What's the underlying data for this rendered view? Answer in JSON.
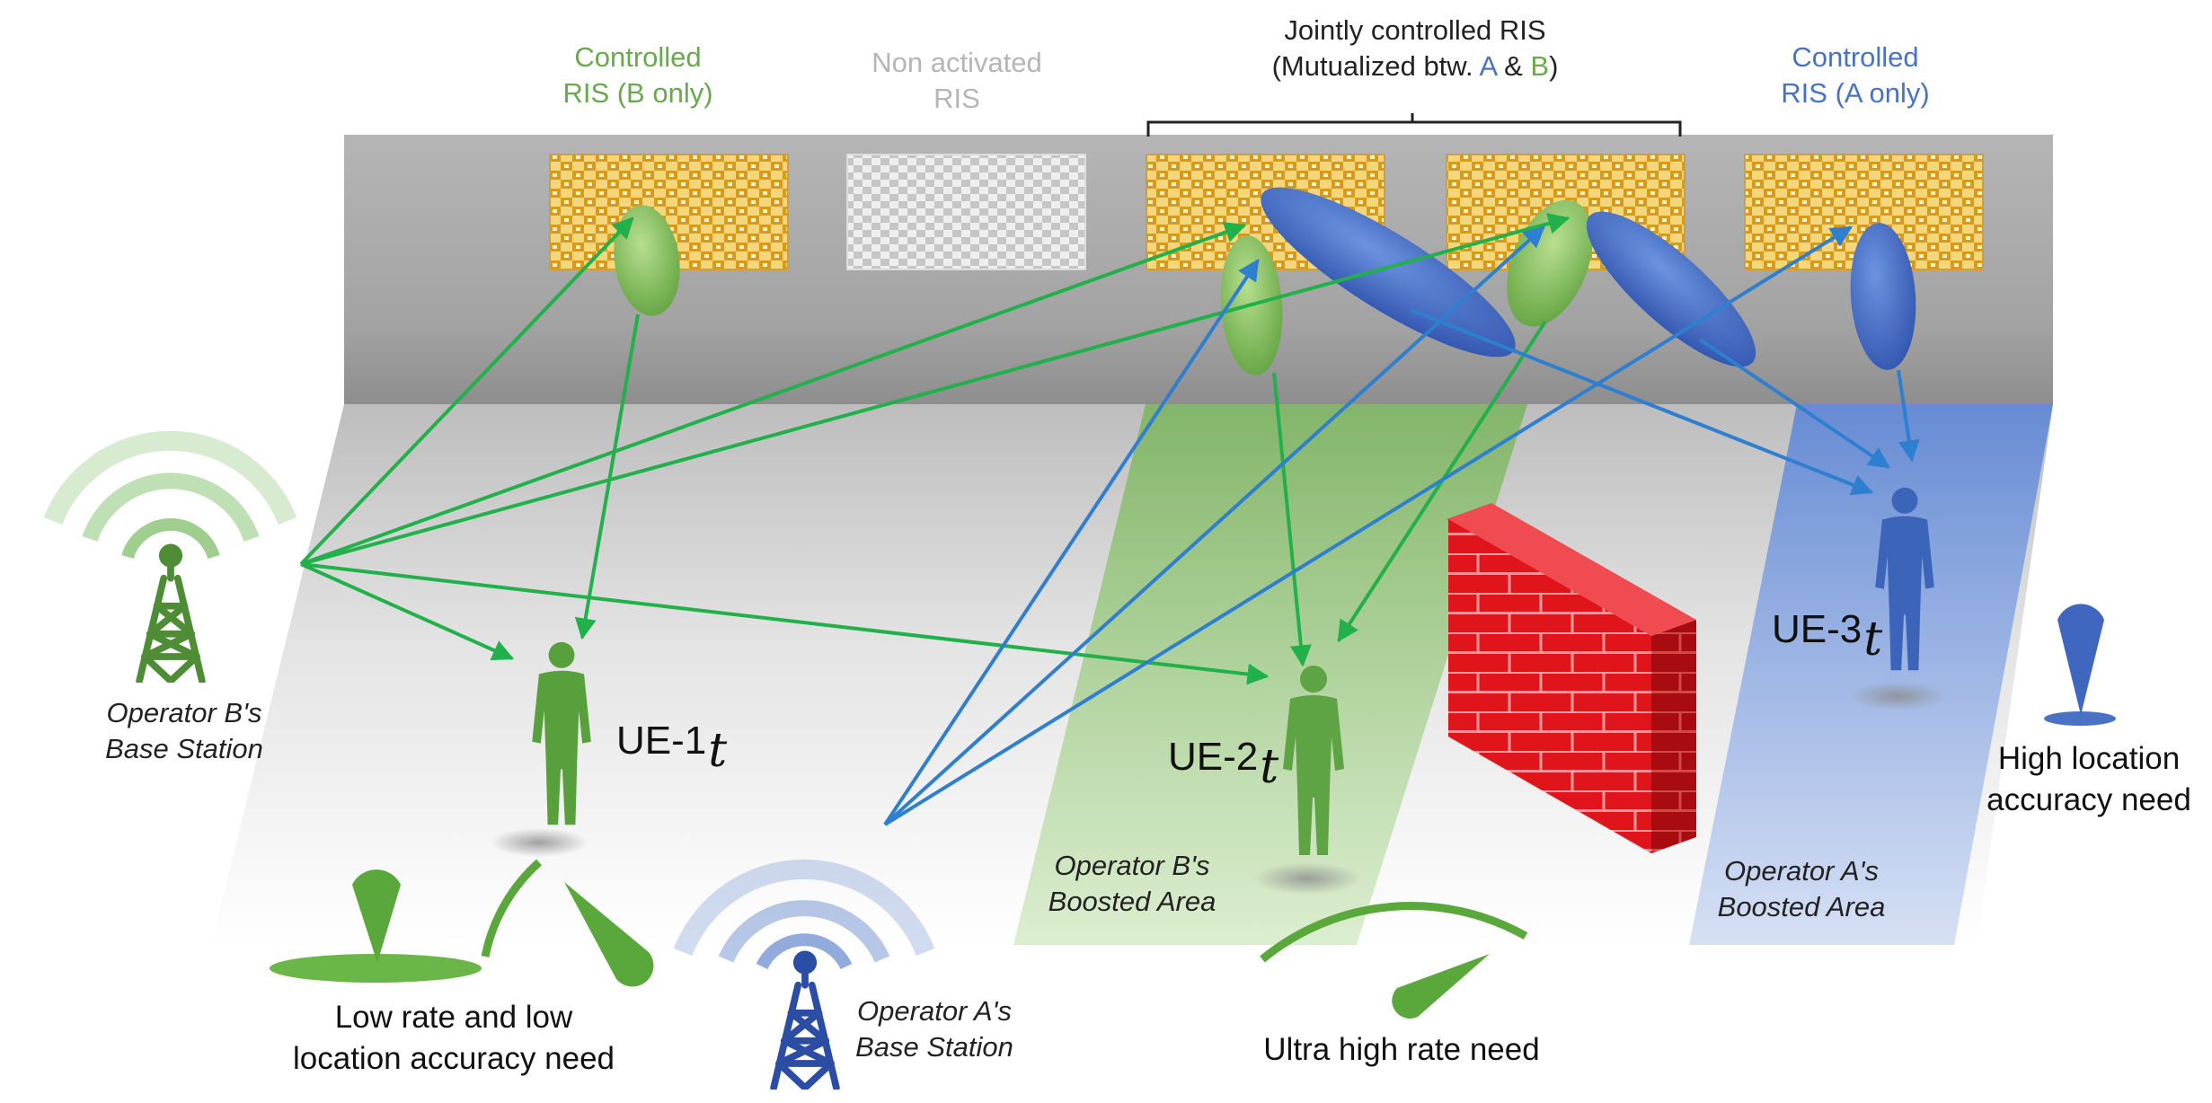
{
  "colors": {
    "operator_b": "#5fae45",
    "operator_a": "#4a72c4",
    "inactive": "#b5b5b5",
    "beam_green": "#22b04b",
    "beam_blue": "#2f7fd0",
    "wall_red": "#e0141b",
    "ceiling_gray": "#a9a9a9",
    "ris_gold": "#d9a425"
  },
  "ris_labels": {
    "controlled_b": {
      "line1": "Controlled",
      "line2": "RIS (B only)"
    },
    "inactive": {
      "line1": "Non activated",
      "line2": "RIS"
    },
    "joint": {
      "line1": "Jointly controlled RIS",
      "line2_pre": "(Mutualized btw. ",
      "a": "A",
      "amp": " & ",
      "b": "B",
      "line2_post": ")"
    },
    "controlled_a": {
      "line1": "Controlled",
      "line2": "RIS (A only)"
    }
  },
  "base_stations": {
    "b": {
      "line1": "Operator B's",
      "line2": "Base Station",
      "icon": "antenna-tower-icon"
    },
    "a": {
      "line1": "Operator A's",
      "line2": "Base Station",
      "icon": "antenna-tower-icon"
    }
  },
  "users": {
    "ue1": {
      "name": "UE-1",
      "sub": "t",
      "icon": "person-icon"
    },
    "ue2": {
      "name": "UE-2",
      "sub": "t",
      "icon": "person-icon"
    },
    "ue3": {
      "name": "UE-3",
      "sub": "t",
      "icon": "person-icon"
    }
  },
  "areas": {
    "b": {
      "line1": "Operator B's",
      "line2": "Boosted Area"
    },
    "a": {
      "line1": "Operator A's",
      "line2": "Boosted Area"
    }
  },
  "needs": {
    "low": {
      "line1": "Low rate and low",
      "line2": "location accuracy need",
      "icons": [
        "location-pin-icon",
        "speed-gauge-icon"
      ]
    },
    "ultra": {
      "line1": "Ultra high rate need",
      "icon": "speed-gauge-icon"
    },
    "high_loc": {
      "line1": "High location",
      "line2": "accuracy need",
      "icon": "location-pin-icon"
    }
  },
  "obstacle": {
    "icon": "brick-wall-icon"
  }
}
